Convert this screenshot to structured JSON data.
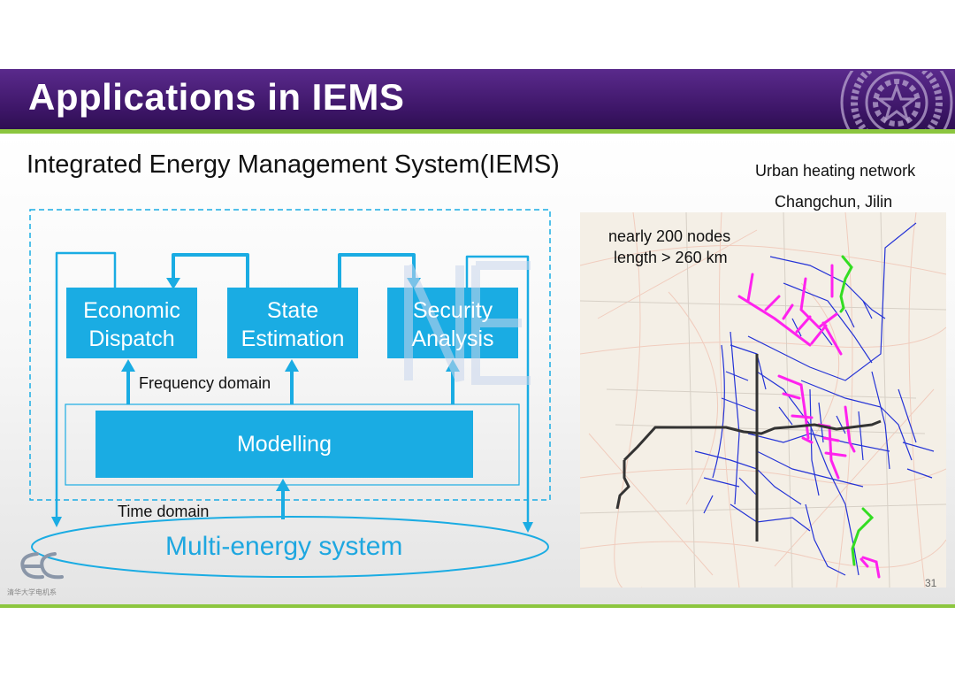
{
  "slide": {
    "title": "Applications in IEMS",
    "subtitle": "Integrated Energy Management System(IEMS)",
    "page_number": "31"
  },
  "diagram": {
    "boxes": {
      "economic_dispatch": [
        "Economic",
        "Dispatch"
      ],
      "state_estimation": [
        "State",
        "Estimation"
      ],
      "security_analysis": [
        "Security",
        "Analysis"
      ],
      "modelling": "Modelling"
    },
    "frequency_domain": "Frequency domain",
    "time_domain": "Time domain",
    "multi_energy_system": "Multi-energy system",
    "colors": {
      "box": "#1aace3",
      "border": "#1aace3"
    }
  },
  "map": {
    "caption_line1": "Urban heating network",
    "caption_line2": "Changchun, Jilin",
    "nodes_text": "nearly 200 nodes",
    "length_text": "length > 260 km",
    "colors": {
      "network": "#2433d6",
      "highlight_magenta": "#ff22ee",
      "highlight_green": "#33dd22",
      "trunk": "#333333"
    }
  },
  "logo": {
    "text": "清华大学电机系"
  }
}
